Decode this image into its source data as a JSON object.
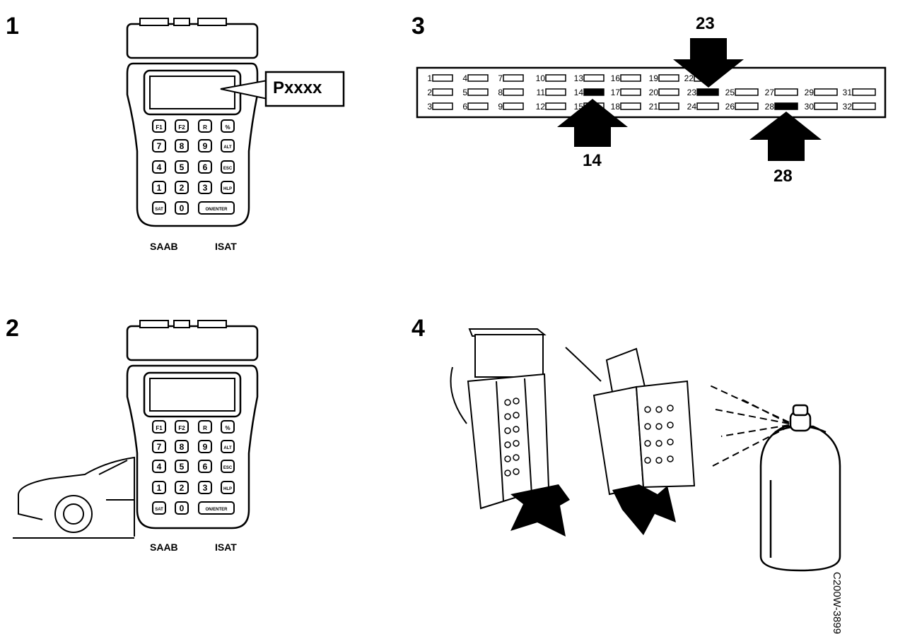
{
  "steps": [
    "1",
    "2",
    "3",
    "4"
  ],
  "display_code": "Pxxxx",
  "device": {
    "brand": "SAAB",
    "model": "ISAT",
    "keys_row1": [
      "F1",
      "F2",
      "R",
      "%"
    ],
    "keys_row2": [
      "7",
      "8",
      "9",
      "ALT"
    ],
    "keys_row3": [
      "4",
      "5",
      "6",
      "ESC"
    ],
    "keys_row4": [
      "1",
      "2",
      "3",
      "HLP"
    ],
    "keys_row5": [
      "SAT",
      "0",
      "ON/ENTER"
    ]
  },
  "connector": {
    "pins_row1": [
      "1",
      "4",
      "7",
      "10",
      "13",
      "16",
      "19",
      "22"
    ],
    "pins_row2": [
      "2",
      "5",
      "8",
      "11",
      "14",
      "17",
      "20",
      "23",
      "25",
      "27",
      "29",
      "31"
    ],
    "pins_row3": [
      "3",
      "6",
      "9",
      "12",
      "15",
      "18",
      "21",
      "24",
      "26",
      "28",
      "30",
      "32"
    ],
    "highlighted": [
      "23",
      "14",
      "28"
    ]
  },
  "figure_code": "C200W-3899"
}
